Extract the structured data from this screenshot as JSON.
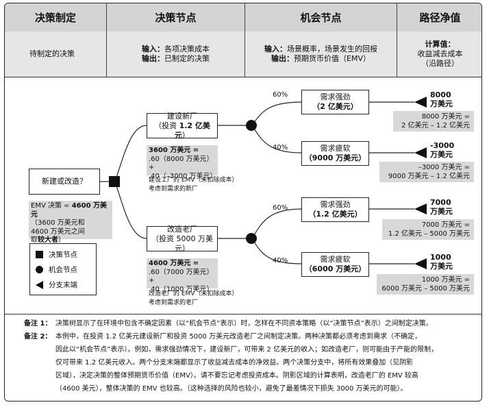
{
  "header": {
    "col1": "决策制定",
    "col2": "决策节点",
    "col3": "机会节点",
    "col4": "路径净值"
  },
  "sub": {
    "col1": "待制定的决策",
    "col2": {
      "l1_label": "输入：",
      "l1_text": "各项决策成本",
      "l2_label": "输出：",
      "l2_text": "已制定的决策"
    },
    "col3": {
      "l1_label": "输入：",
      "l1_text": "场景概率，场景发生的回报",
      "l2_label": "输出：",
      "l2_text": "预期货币价值（EMV）"
    },
    "col4": {
      "l1": "计算值：",
      "l2": "收益减去成本",
      "l3": "（沿路径）"
    }
  },
  "diagram": {
    "root_box": "新建或改造？",
    "root_emv": {
      "l1a": "EMV 决策 = ",
      "l1b": "4600 万美元",
      "l2": "（3600 万美元和",
      "l3": "4600 万美元之间",
      "l4a": "取",
      "l4b": "较大者",
      "l4c": "）"
    },
    "build": {
      "box_l1": "建设新厂",
      "box_l2a": "（投资 ",
      "box_l2b": "1.2 亿美元",
      "box_l2c": "）",
      "emv_l1": "3600 万美元 =",
      "emv_l2": ".60（8000 万美元）+",
      "emv_l3": ".40（–3000 万美元）",
      "note_l1": "建设工厂的 EMV（未扣除成本）",
      "note_l2": "考虑到需求的新厂"
    },
    "upgrade": {
      "box_l1": "改造老厂",
      "box_l2": "（投资 5000 万美元）",
      "emv_l1": "4600 万美元 =",
      "emv_l2": ".60（7000 万美元）+",
      "emv_l3": ".40（1000 万美元）",
      "note_l1": "改造老厂的 EMV（未扣除成本）",
      "note_l2": "考虑到需求的老厂"
    },
    "branches": [
      {
        "pct": "60%",
        "box_l1": "需求强劲",
        "box_l2": "（2 亿美元）",
        "payoff_l1": "8000",
        "payoff_l2": "万美元",
        "calc_l1": "8000 万美元 =",
        "calc_l2": "2 亿美元 – 1.2 亿美元"
      },
      {
        "pct": "40%",
        "box_l1": "需求疲软",
        "box_l2": "（9000 万美元）",
        "payoff_l1": "-3000",
        "payoff_l2": "万美元",
        "calc_l1": "–3000 万美元 =",
        "calc_l2": "9000 万美元 – 1.2 亿美元"
      },
      {
        "pct": "60%",
        "box_l1": "需求强劲",
        "box_l2": "（1.2 亿美元）",
        "payoff_l1": "7000",
        "payoff_l2": "万美元",
        "calc_l1": "7000 万美元 =",
        "calc_l2": "1.2 亿美元 – 5000 万美元"
      },
      {
        "pct": "40%",
        "box_l1": "需求疲软",
        "box_l2": "（6000 万美元）",
        "payoff_l1": "1000",
        "payoff_l2": "万美元",
        "calc_l1": "1000 万美元 =",
        "calc_l2": "6000 万美元 – 5000 万美元"
      }
    ],
    "legend": {
      "decision": "决策节点",
      "chance": "机会节点",
      "end": "分支末端"
    }
  },
  "notes": [
    {
      "label": "备注 1：",
      "lines": [
        "决策树显示了在环境中包含不确定因素（以“机会节点”表示）时，怎样在不同资本策略（以“决策节点”表示）之间制定决策。"
      ]
    },
    {
      "label": "备注 2：",
      "lines": [
        "本例中，在投资 1.2 亿美元建设新厂和投资 5000 万美元改造老厂之间制定决策。两种决策都必须考虑到需求（不确定，",
        "因此以“机会节点”表示）。例如，需求强劲情况下，建设新厂，可带来 2 亿美元的收入；如改造老厂，则可能由于产能的限制，",
        "仅可带来 1.2 亿美元收入。两个分支末端都显示了收益减去成本的净效益。两个决策分支中，将所有效果叠加（见阴影",
        "区域），决定决策的整体预期货币价值（EMV）。请不要忘记考虑投资成本。阴影区域的计算表明，改造老厂的 EMV 较高",
        "（4600 美元），整体决策的 EMV 也较高。（这种选择的风险也较小，避免了最差情况下损失 3000 万美元的可能）。"
      ]
    }
  ],
  "colors": {
    "header_bg": "#d4d4d4",
    "sub_bg": "#e6e6e6",
    "shade": "#d8d8d8",
    "ink": "#111111"
  }
}
